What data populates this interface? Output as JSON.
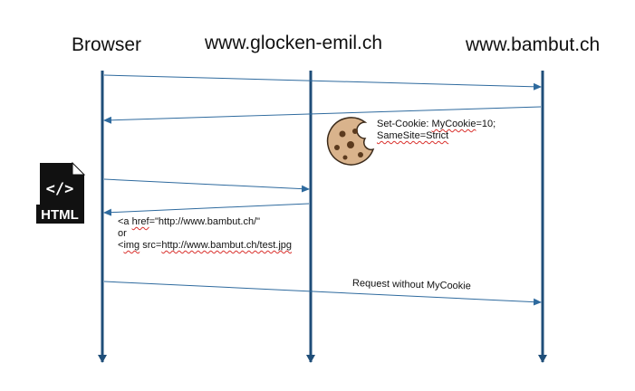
{
  "actors": {
    "browser": "Browser",
    "site_a": "www.glocken-emil.ch",
    "site_b": "www.bambut.ch"
  },
  "messages": {
    "set_cookie_prefix": "Set-Cookie: ",
    "set_cookie_word": "MyCookie",
    "set_cookie_suffix": "=10;",
    "samesite": "SameSite=Strict",
    "link_lt_a": "<a ",
    "link_href": "href",
    "link_rest": "=\"http://www.bambut.ch/\"",
    "or": "or",
    "img_lt": "<",
    "img_word": "img",
    "img_mid": " src=",
    "img_url": "http://www.bambut.ch/test.jpg",
    "request_without": "Request without MyCookie"
  },
  "icons": {
    "cookie": "cookie-icon",
    "html": "html-file-icon",
    "html_label": "HTML"
  },
  "colors": {
    "lifeline": "#1f4e79",
    "arrow": "#2e6a9e",
    "cookie_base": "#d9b38c",
    "cookie_chip": "#5b3a1e",
    "html_icon": "#111111"
  }
}
